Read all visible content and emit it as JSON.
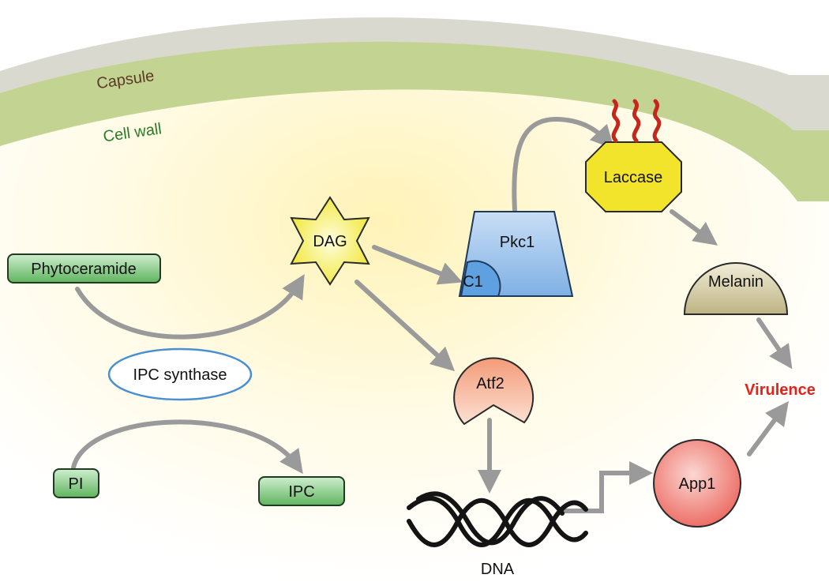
{
  "labels": {
    "capsule": "Capsule",
    "cell_wall": "Cell wall",
    "phytoceramide": "Phytoceramide",
    "dag": "DAG",
    "ipc_synthase": "IPC synthase",
    "pi": "PI",
    "ipc": "IPC",
    "pkc1": "Pkc1",
    "c1": "C1",
    "laccase": "Laccase",
    "melanin": "Melanin",
    "virulence": "Virulence",
    "atf2": "Atf2",
    "app1": "App1",
    "dna": "DNA"
  },
  "colors": {
    "capsule_band": "#d9d9cf",
    "cell_wall_band": "#c3d492",
    "capsule_text": "#5b3a26",
    "cell_wall_text": "#2d7a28",
    "arrow": "#9a9a9a",
    "lipid_box": "#6cbc6c",
    "dag_star": "#f4ec4a",
    "pkc1": "#8fbbe8",
    "laccase": "#f2e42a",
    "melanin": "#c9c196",
    "atf2": "#f4a98a",
    "app1": "#ef7a72",
    "virulence": "#e4221c",
    "heat_waves": "#c4281c",
    "ipc_synthase_outline": "#4a8fd0"
  },
  "icons": {
    "laccase_activity": "heat-waves-icon",
    "transcription_start": "bent-arrow-icon",
    "dna_helix": "double-helix-icon"
  }
}
